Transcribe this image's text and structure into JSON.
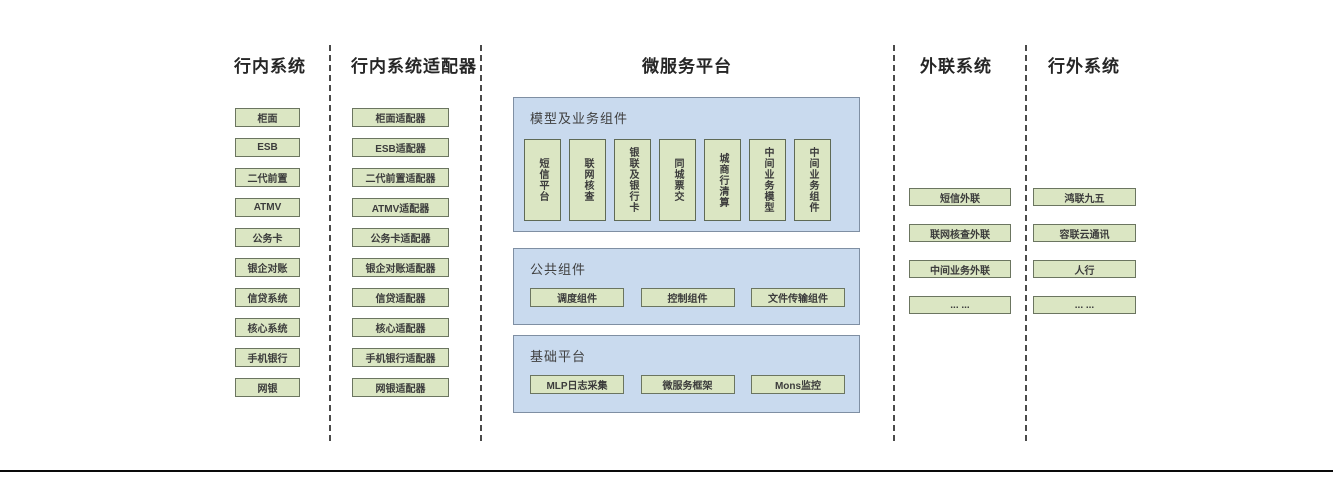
{
  "colors": {
    "node_fill": "#dbe6c3",
    "node_border": "#6b7560",
    "panel_fill": "#c9daee",
    "panel_border": "#7f8fa3",
    "separator": "#4a4a4a",
    "bottom_rule": "#0a0a0a"
  },
  "columns": {
    "internal": {
      "title": "行内系统",
      "items": [
        "柜面",
        "ESB",
        "二代前置",
        "ATMV",
        "公务卡",
        "银企对账",
        "信贷系统",
        "核心系统",
        "手机银行",
        "网银"
      ]
    },
    "adapters": {
      "title": "行内系统适配器",
      "items": [
        "柜面适配器",
        "ESB适配器",
        "二代前置适配器",
        "ATMV适配器",
        "公务卡适配器",
        "银企对账适配器",
        "信贷适配器",
        "核心适配器",
        "手机银行适配器",
        "网银适配器"
      ]
    },
    "platform": {
      "title": "微服务平台",
      "panels": [
        {
          "label": "模型及业务组件",
          "items": [
            "短信平台",
            "联网核查",
            "银联及银行卡",
            "同城票交",
            "城商行清算",
            "中间业务模型",
            "中间业务组件"
          ]
        },
        {
          "label": "公共组件",
          "items": [
            "调度组件",
            "控制组件",
            "文件传输组件"
          ]
        },
        {
          "label": "基础平台",
          "items": [
            "MLP日志采集",
            "微服务框架",
            "Mons监控"
          ]
        }
      ]
    },
    "external_link": {
      "title": "外联系统",
      "items": [
        "短信外联",
        "联网核查外联",
        "中间业务外联",
        "... ..."
      ]
    },
    "external": {
      "title": "行外系统",
      "items": [
        "鸿联九五",
        "容联云通讯",
        "人行",
        "... ..."
      ]
    }
  }
}
